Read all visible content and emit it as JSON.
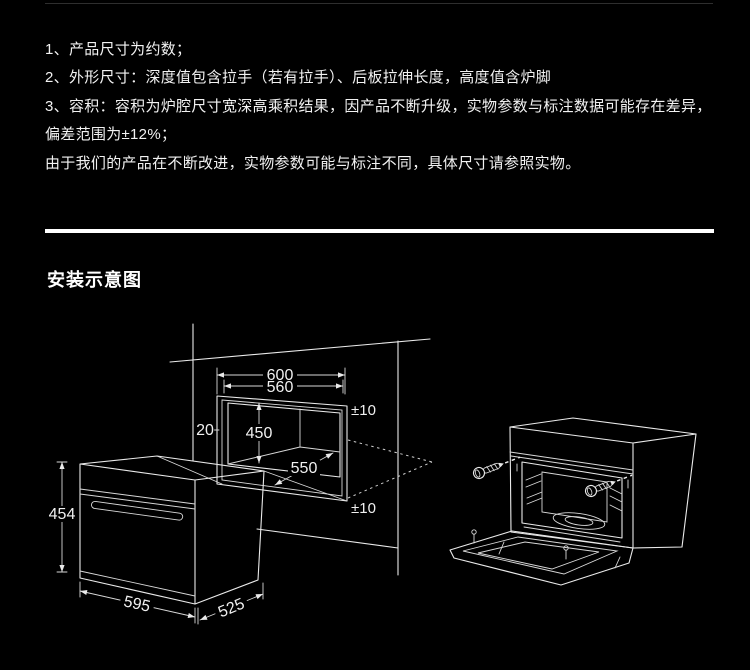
{
  "page": {
    "background": "#000000",
    "divider_color": "#ffffff"
  },
  "notes": {
    "lines": [
      "1、产品尺寸为约数；",
      "2、外形尺寸：深度值包含拉手（若有拉手）、后板拉伸长度，高度值含炉脚",
      "3、容积：容积为炉腔尺寸宽深高乘积结果，因产品不断升级，实物参数与标注数据可能存在差异，",
      "偏差范围为±12%；",
      "由于我们的产品在不断改进，实物参数可能与标注不同，具体尺寸请参照实物。"
    ]
  },
  "section": {
    "title": "安装示意图"
  },
  "diagram": {
    "line_color": "#eaeaea",
    "labels": {
      "niche_width": "600",
      "niche_inner_width": "560",
      "niche_height": "450",
      "niche_depth": "550",
      "top_gap": "20",
      "tolerance_top": "±10",
      "tolerance_bottom": "±10",
      "oven_height": "454",
      "oven_width": "595",
      "oven_depth": "525"
    }
  }
}
